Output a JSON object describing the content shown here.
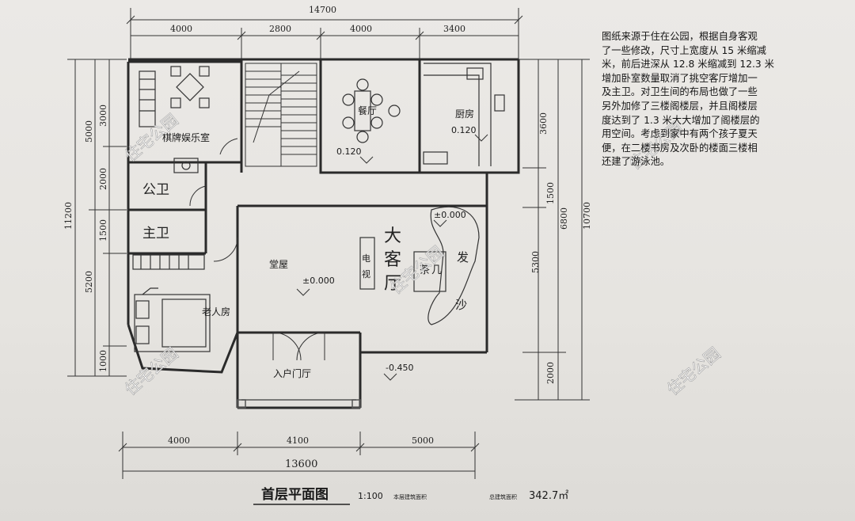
{
  "dimensions": {
    "top_total": "14700",
    "top_segments": [
      "4000",
      "2800",
      "4000",
      "3400"
    ],
    "bottom_segments": [
      "4000",
      "4100",
      "5000"
    ],
    "bottom_total": "13600",
    "left_total": "11200",
    "left_segments": [
      "3000",
      "2000",
      "1500",
      "5200",
      "1000"
    ],
    "left_outer_5000": "5000",
    "right_segments": [
      "3600",
      "1500",
      "5300",
      "2000"
    ],
    "right_total_a": "6800",
    "right_total_b": "10700"
  },
  "rooms": {
    "chess": "棋牌娱乐室",
    "dining": "餐厅",
    "dining_level": "0.120",
    "kitchen": "厨房",
    "kitchen_level": "0.120",
    "public_bath": "公卫",
    "master_bath": "主卫",
    "hall": "堂屋",
    "hall_level": "±0.000",
    "living": [
      "大",
      "客",
      "厅"
    ],
    "sofa": [
      "沙",
      "发"
    ],
    "tea": [
      "茶",
      "几"
    ],
    "tv": [
      "电",
      "视"
    ],
    "living_level": "±0.000",
    "elder": "老人房",
    "foyer": "入户门厅",
    "foyer_level": "-0.450"
  },
  "title": {
    "main": "首层平面图",
    "scale": "1:100",
    "area_label_1": "本层建筑面积",
    "area_label_2": "总建筑面积",
    "area_value": "342.7㎡"
  },
  "watermark": "住宅公园",
  "notes": [
    "图纸来源于住在公园，根据自身客观",
    "了一些修改，尺寸上宽度从 15 米缩减",
    "米，前后进深从 12.8 米缩减到 12.3 米",
    "增加卧室数量取消了挑空客厅增加一",
    "及主卫。对卫生间的布局也做了一些",
    "另外加修了三楼阁楼层，并且阁楼层",
    "度达到了 1.3 米大大增加了阁楼层的",
    "用空间。考虑到家中有两个孩子夏天",
    "便，在二楼书房及次卧的楼面三楼相",
    "还建了游泳池。"
  ]
}
